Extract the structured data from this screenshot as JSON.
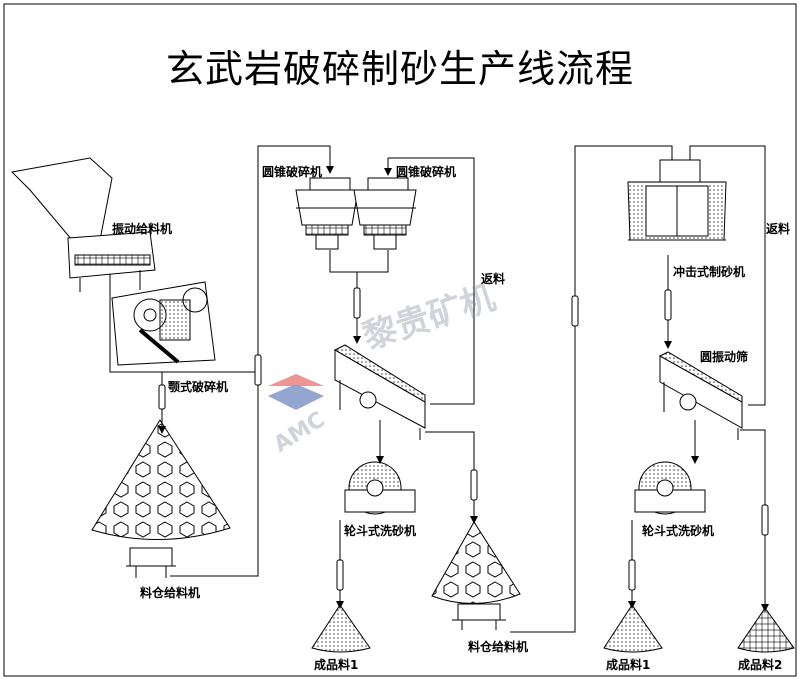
{
  "title": "玄武岩破碎制砂生产线流程",
  "watermark": {
    "brand_text": "黎贵矿机",
    "logo_text": "AMC"
  },
  "labels": {
    "vibrating_feeder": "振动给料机",
    "jaw_crusher": "颚式破碎机",
    "cone_crusher_1": "圆锥破碎机",
    "cone_crusher_2": "圆锥破碎机",
    "return_1": "返料",
    "return_2": "返料",
    "impact_sand_maker": "冲击式制砂机",
    "circular_screen": "圆振动筛",
    "wheel_sand_washer_1": "轮斗式洗砂机",
    "wheel_sand_washer_2": "轮斗式洗砂机",
    "silo_feeder_1": "料仓给料机",
    "silo_feeder_2": "料仓给料机",
    "product_1a": "成品料1",
    "product_1b": "成品料1",
    "product_2": "成品料2"
  },
  "colors": {
    "line": "#000000",
    "logo_red": "#e23b3b",
    "logo_blue": "#3a5fa8"
  }
}
